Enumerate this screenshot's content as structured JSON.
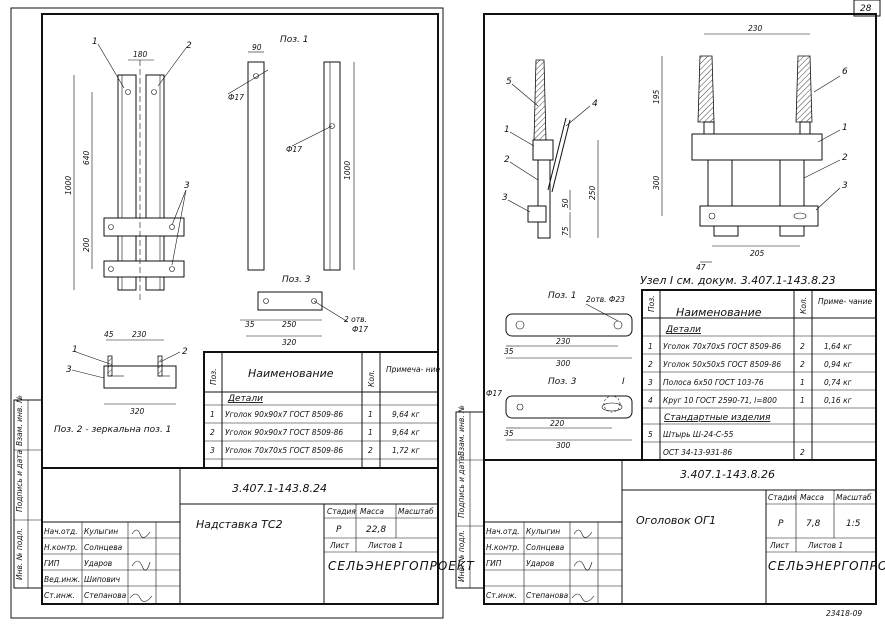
{
  "page_number": "28",
  "bottom_code": "23418-09",
  "side_stamp": {
    "labels": [
      "Инв. № подл.",
      "Подпись и дата",
      "Взам. инв. №"
    ]
  },
  "left": {
    "pos1_label": "Поз. 1",
    "pos3_label": "Поз. 3",
    "pos2_note": "Поз. 2 - зеркальна поз. 1",
    "callouts": [
      "1",
      "2",
      "3",
      "1",
      "2",
      "3"
    ],
    "dims": {
      "d180": "180",
      "d640": "640",
      "d1000": "1000",
      "d200": "200",
      "d90": "90",
      "d17a": "Ф17",
      "d17b": "Ф17",
      "d1000b": "1000",
      "d35": "35",
      "d250": "250",
      "d320": "320",
      "holes": "2 отв.",
      "holes_d": "Ф17",
      "d45": "45",
      "d230": "230",
      "d320b": "320"
    },
    "table": {
      "headers": {
        "pos": "Поз.",
        "name": "Наименование",
        "qty": "Кол.",
        "note": "Примеча- ние"
      },
      "section": "Детали",
      "rows": [
        {
          "pos": "1",
          "name": "Уголок 90х90х7 ГОСТ 8509-86",
          "qty": "1",
          "note": "9,64 кг"
        },
        {
          "pos": "2",
          "name": "Уголок 90х90х7 ГОСТ 8509-86",
          "qty": "1",
          "note": "9,64 кг"
        },
        {
          "pos": "3",
          "name": "Уголок 70х70х5 ГОСТ 8509-86",
          "qty": "2",
          "note": "1,72 кг"
        }
      ]
    },
    "title_block": {
      "doc_code": "3.407.1-143.8.24",
      "title": "Надставка ТС2",
      "stage_label": "Стадия",
      "mass_label": "Масса",
      "scale_label": "Масштаб",
      "stage": "Р",
      "mass": "22,8",
      "scale": "",
      "sheet_label": "Лист",
      "sheets_label": "Листов 1",
      "org": "СЕЛЬЭНЕРГОПРОЕКТ",
      "people": [
        {
          "role": "Нач.отд.",
          "name": "Кулыгин"
        },
        {
          "role": "Н.контр.",
          "name": "Солнцева"
        },
        {
          "role": "ГИП",
          "name": "Ударов"
        },
        {
          "role": "Вед.инж.",
          "name": "Шипович"
        },
        {
          "role": "Ст.инж.",
          "name": "Степанова"
        }
      ]
    }
  },
  "right": {
    "callouts": [
      "5",
      "4",
      "1",
      "2",
      "3",
      "6",
      "1",
      "2",
      "3"
    ],
    "dims": {
      "d230": "230",
      "d195": "195",
      "d300": "300",
      "d250": "250",
      "d50": "50",
      "d75": "75",
      "d205": "205",
      "d47": "47"
    },
    "node_ref": "Узел I см. докум. 3.407.1-143.8.23",
    "pos1_label": "Поз. 1",
    "pos3_label": "Поз. 3",
    "pos1_holes": "2отв. Ф23",
    "pos3_marker": "I",
    "pos_dims": {
      "a35": "35",
      "a230": "230",
      "a300": "300",
      "b17": "Ф17",
      "b35": "35",
      "b220": "220",
      "b300": "300"
    },
    "table": {
      "headers": {
        "pos": "Поз.",
        "name": "Наименование",
        "qty": "Кол.",
        "note": "Приме- чание"
      },
      "section": "Детали",
      "rows": [
        {
          "pos": "1",
          "name": "Уголок 70х70х5 ГОСТ 8509-86",
          "qty": "2",
          "note": "1,64 кг"
        },
        {
          "pos": "2",
          "name": "Уголок 50х50х5 ГОСТ 8509-86",
          "qty": "2",
          "note": "0,94 кг"
        },
        {
          "pos": "3",
          "name": "Полоса 6х50 ГОСТ 103-76",
          "qty": "1",
          "note": "0,74 кг"
        },
        {
          "pos": "4",
          "name": "Круг 10 ГОСТ 2590-71, l=800",
          "qty": "1",
          "note": "0,16 кг"
        }
      ],
      "section2": "Стандартные изделия",
      "rows2": [
        {
          "pos": "5",
          "name": "Штырь Ш-24-С-55",
          "qty": "",
          "note": ""
        },
        {
          "pos": "",
          "name": "ОСТ 34-13-931-86",
          "qty": "2",
          "note": ""
        }
      ]
    },
    "title_block": {
      "doc_code": "3.407.1-143.8.26",
      "title": "Оголовок ОГ1",
      "stage_label": "Стадия",
      "mass_label": "Масса",
      "scale_label": "Масштаб",
      "stage": "Р",
      "mass": "7,8",
      "scale": "1:5",
      "sheet_label": "Лист",
      "sheets_label": "Листов 1",
      "org": "СЕЛЬЭНЕРГОПРОЕКТ",
      "people": [
        {
          "role": "Нач.отд.",
          "name": "Кулыгин"
        },
        {
          "role": "Н.контр.",
          "name": "Солнцева"
        },
        {
          "role": "ГИП",
          "name": "Ударов"
        },
        {
          "role": "",
          "name": ""
        },
        {
          "role": "Ст.инж.",
          "name": "Степанова"
        }
      ]
    }
  }
}
